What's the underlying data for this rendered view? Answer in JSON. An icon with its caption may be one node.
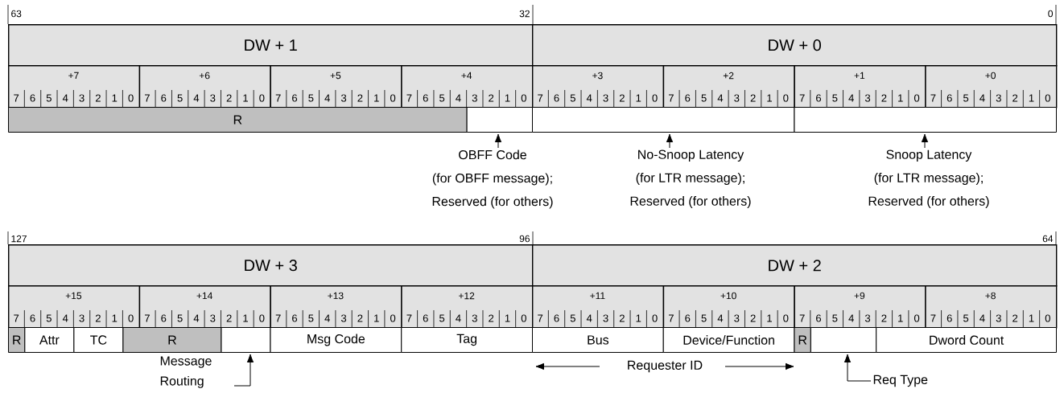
{
  "diagram": {
    "nodes": [
      {
        "text": [
          "DW + 1"
        ],
        "beside": [
          "63",
          "32"
        ]
      },
      {
        "text": [
          "DW + 0"
        ],
        "beside": [
          "0"
        ]
      },
      {
        "text": [
          "+7",
          "7",
          "6",
          "5",
          "4",
          "3",
          "2",
          "1",
          "0"
        ]
      },
      {
        "text": [
          "+6",
          "7",
          "6",
          "5",
          "4",
          "3",
          "2",
          "1",
          "0"
        ]
      },
      {
        "text": [
          "+5",
          "7",
          "6",
          "5",
          "4",
          "3",
          "2",
          "1",
          "0"
        ]
      },
      {
        "text": [
          "+4",
          "7",
          "6",
          "5",
          "4",
          "3",
          "2",
          "1",
          "0"
        ]
      },
      {
        "text": [
          "+3",
          "7",
          "6",
          "5",
          "4",
          "3",
          "2",
          "1",
          "0"
        ]
      },
      {
        "text": [
          "+2",
          "7",
          "6",
          "5",
          "4",
          "3",
          "2",
          "1",
          "0"
        ]
      },
      {
        "text": [
          "+1",
          "7",
          "6",
          "5",
          "4",
          "3",
          "2",
          "1",
          "0"
        ]
      },
      {
        "text": [
          "+0",
          "7",
          "6",
          "5",
          "4",
          "3",
          "2",
          "1",
          "0"
        ]
      },
      {
        "text": [
          "R"
        ]
      },
      {
        "text": [],
        "shape": "box"
      },
      {
        "text": [],
        "shape": "box"
      },
      {
        "text": [],
        "shape": "box"
      },
      {
        "text": [
          "OBFF Code",
          "(for OBFF message);",
          "Reserved (for others)"
        ]
      },
      {
        "text": [
          "No-Snoop Latency",
          "(for LTR message);",
          "Reserved (for others)"
        ]
      },
      {
        "text": [
          "Snoop Latency",
          "(for LTR message);",
          "Reserved (for others)"
        ]
      },
      {
        "text": [
          "DW + 3"
        ],
        "beside": [
          "127",
          "96"
        ]
      },
      {
        "text": [
          "DW + 2"
        ],
        "beside": [
          "64"
        ]
      },
      {
        "text": [
          "+15",
          "7",
          "6",
          "5",
          "4",
          "3",
          "2",
          "1",
          "0"
        ]
      },
      {
        "text": [
          "+14",
          "7",
          "6",
          "5",
          "4",
          "3",
          "2",
          "1",
          "0"
        ]
      },
      {
        "text": [
          "+13",
          "7",
          "6",
          "5",
          "4",
          "3",
          "2",
          "1",
          "0"
        ]
      },
      {
        "text": [
          "+12",
          "7",
          "6",
          "5",
          "4",
          "3",
          "2",
          "1",
          "0"
        ]
      },
      {
        "text": [
          "+11",
          "7",
          "6",
          "5",
          "4",
          "3",
          "2",
          "1",
          "0"
        ]
      },
      {
        "text": [
          "+10",
          "7",
          "6",
          "5",
          "4",
          "3",
          "2",
          "1",
          "0"
        ]
      },
      {
        "text": [
          "+9",
          "7",
          "6",
          "5",
          "4",
          "3",
          "2",
          "1",
          "0"
        ]
      },
      {
        "text": [
          "+8",
          "7",
          "6",
          "5",
          "4",
          "3",
          "2",
          "1",
          "0"
        ]
      },
      {
        "text": [
          "R"
        ]
      },
      {
        "text": [
          "Attr"
        ]
      },
      {
        "text": [
          "TC"
        ]
      },
      {
        "text": [
          "R"
        ]
      },
      {
        "text": [],
        "shape": "box"
      },
      {
        "text": [
          "Msg Code"
        ]
      },
      {
        "text": [
          "Tag"
        ]
      },
      {
        "text": [
          "Bus"
        ]
      },
      {
        "text": [
          "Device/Function"
        ]
      },
      {
        "text": [
          "R"
        ]
      },
      {
        "text": [],
        "shape": "box"
      },
      {
        "text": [
          "Dword Count"
        ]
      },
      {
        "text": [
          "Message Routing"
        ]
      },
      {
        "text": [
          "Req Type"
        ]
      }
    ],
    "edges": [
      {
        "from": 14,
        "to": 11,
        "arrow": "to"
      },
      {
        "from": 15,
        "to": 12,
        "arrow": "to"
      },
      {
        "from": 16,
        "to": 13,
        "arrow": "to"
      },
      {
        "from": 39,
        "to": 31,
        "arrow": "to"
      },
      {
        "from": 40,
        "to": 37,
        "arrow": "to"
      }
    ],
    "labels": [
      "Requester ID"
    ]
  }
}
